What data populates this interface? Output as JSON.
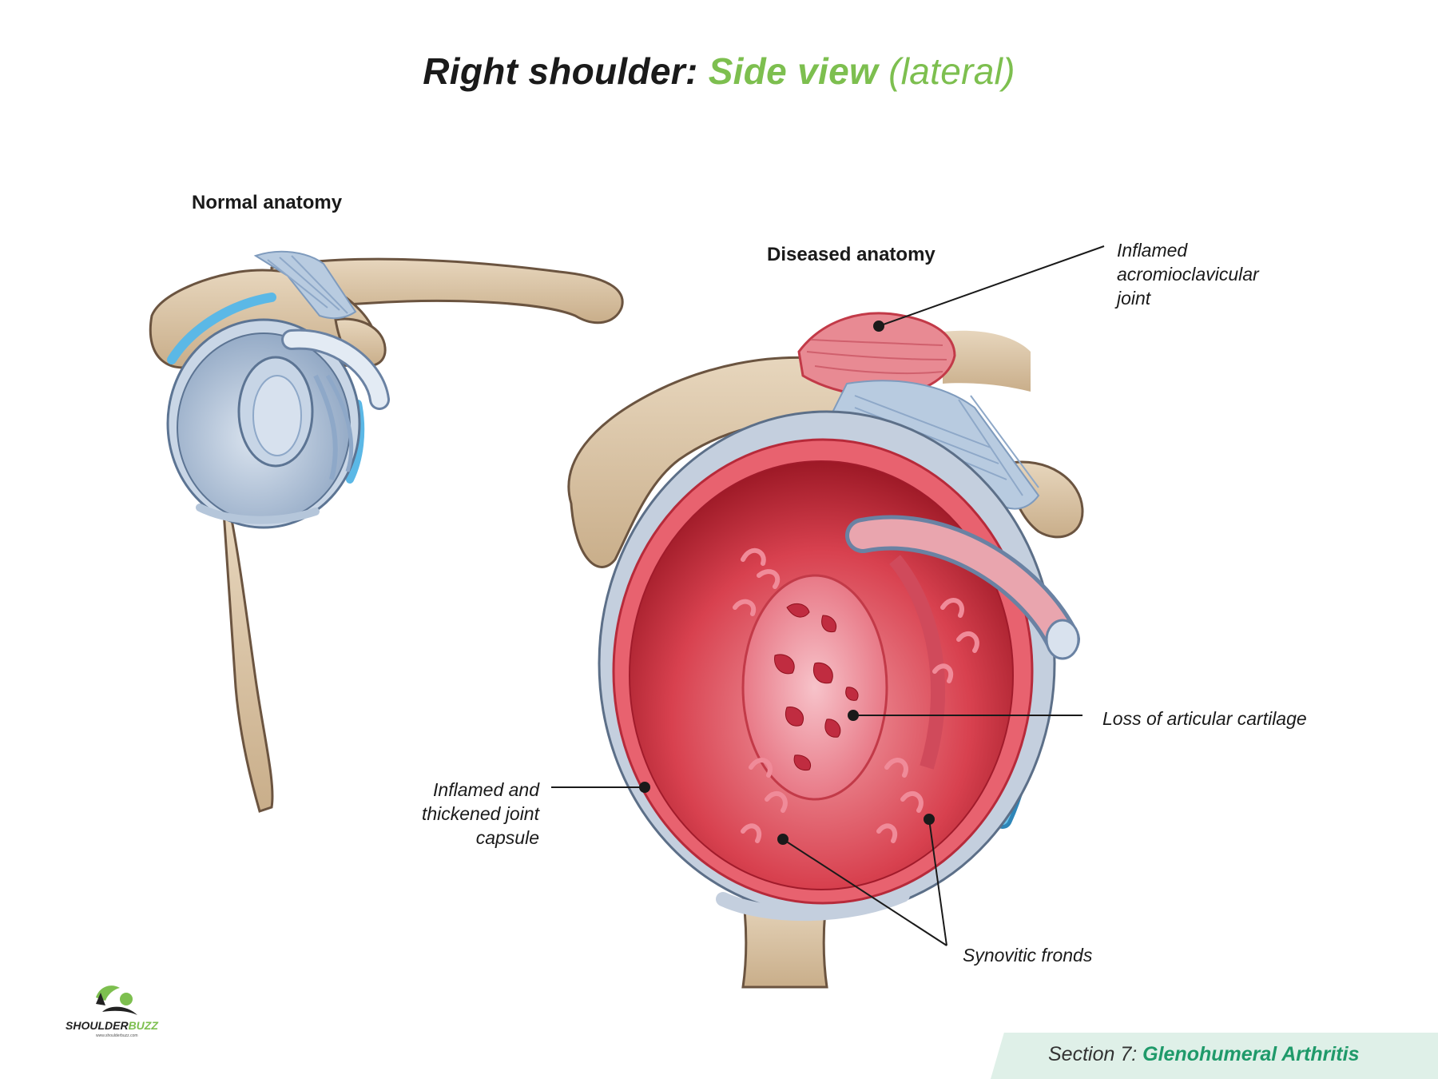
{
  "title": {
    "part1": "Right shoulder",
    "sep": ": ",
    "part2": "Side view",
    "part3": " (lateral)"
  },
  "headings": {
    "normal": "Normal anatomy",
    "diseased": "Diseased anatomy"
  },
  "labels": {
    "ac_joint": [
      "Inflamed",
      "acromioclavicular",
      "joint"
    ],
    "cartilage": "Loss of articular cartilage",
    "capsule": [
      "Inflamed and",
      "thickened joint",
      "capsule"
    ],
    "fronds": "Synovitic fronds"
  },
  "logo": {
    "name_a": "SHOULDER",
    "name_b": "BUZZ",
    "url": "www.shoulderbuzz.com"
  },
  "footer": {
    "section": "Section 7: ",
    "topic": "Glenohumeral Arthritis"
  },
  "colors": {
    "green_accent": "#7dbf4f",
    "bone": "#d8c3a5",
    "capsule_blue": "#b9c9dd",
    "inflamed_red": "#e8626f",
    "bursa_blue": "#5bb8e6",
    "footer_teal": "#1f9a6a"
  }
}
